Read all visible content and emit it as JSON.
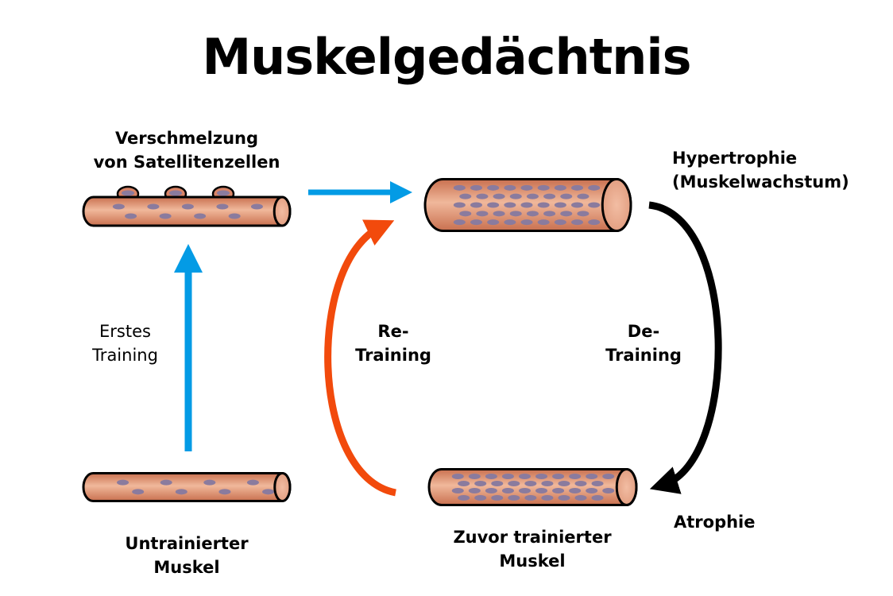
{
  "title": "Muskelgedächtnis",
  "labels": {
    "fusion": [
      "Verschmelzung",
      "von Satellitenzellen"
    ],
    "hypertrophy": [
      "Hypertrophie",
      "(Muskelwachstum)"
    ],
    "first_training": [
      "Erstes",
      "Training"
    ],
    "re_training": [
      "Re-",
      "Training"
    ],
    "de_training": [
      "De-",
      "Training"
    ],
    "untrained": [
      "Untrainierter",
      "Muskel"
    ],
    "previously_trained": [
      "Zuvor trainierter",
      "Muskel"
    ],
    "atrophy": "Atrophie"
  },
  "colors": {
    "blue_arrow": "#039be5",
    "red_arrow": "#f24a0c",
    "black_arrow": "#000000",
    "muscle_dark": "#d98466",
    "muscle_light": "#f2bb9f",
    "nucleus": "#8a7b9e"
  }
}
